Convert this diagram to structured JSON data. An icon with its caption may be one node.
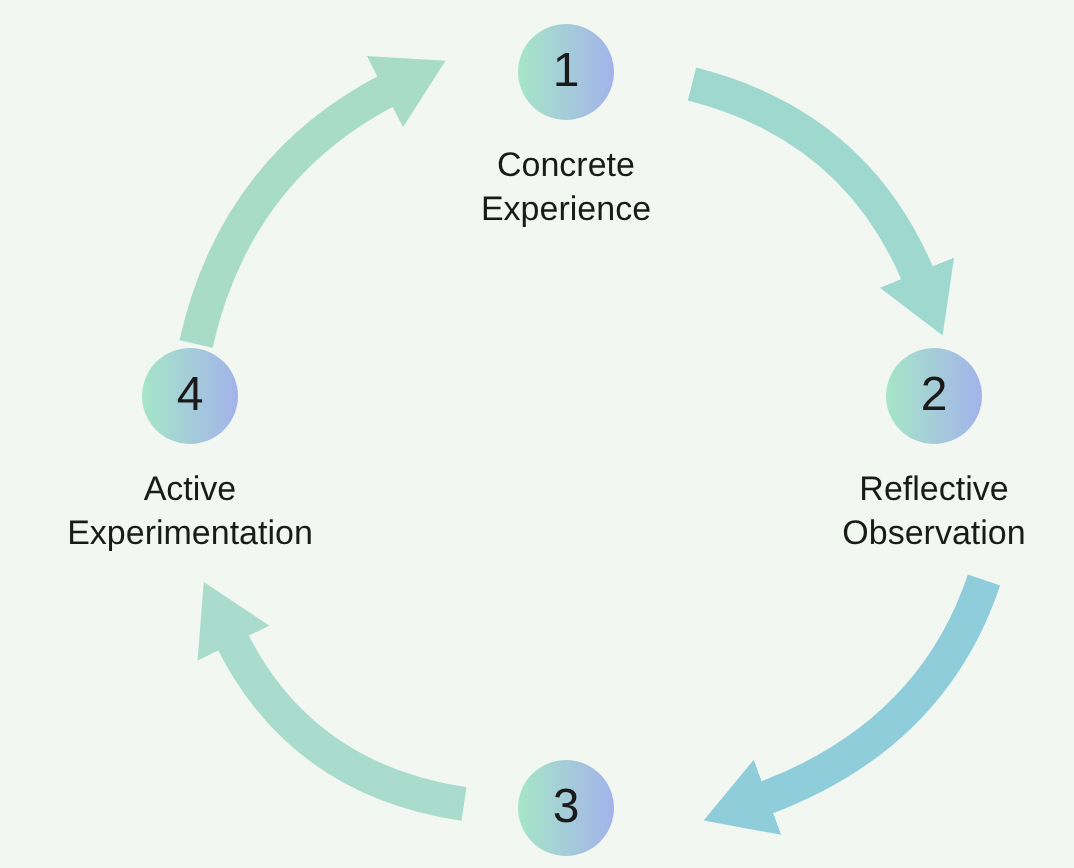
{
  "diagram": {
    "nodes": [
      {
        "text": [
          "1",
          "Concrete Experience"
        ]
      },
      {
        "text": [
          "2",
          "Reflective Observation"
        ]
      },
      {
        "text": [
          "3"
        ]
      },
      {
        "text": [
          "4",
          "Active Experimentation"
        ]
      }
    ],
    "edges": [
      {
        "from": 0,
        "to": 1,
        "arrow": "to"
      },
      {
        "from": 1,
        "to": 2,
        "arrow": "to"
      },
      {
        "from": 2,
        "to": 3,
        "arrow": "to"
      },
      {
        "from": 3,
        "to": 0,
        "arrow": "to"
      }
    ]
  }
}
